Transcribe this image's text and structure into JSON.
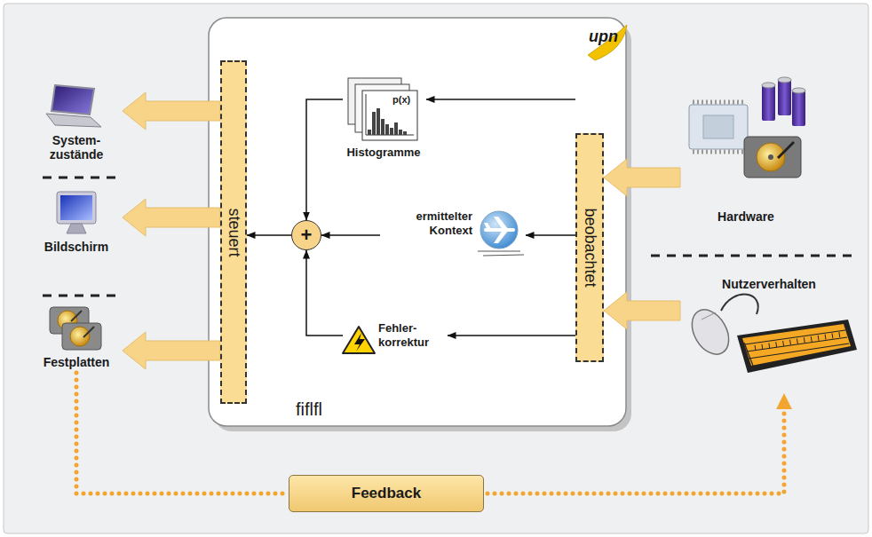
{
  "diagram": {
    "nodes": [
      {
        "text": [
          "fiflfl"
        ]
      },
      {
        "text": [
          "steuert"
        ],
        "in": 0
      },
      {
        "text": [
          "beobachtet"
        ],
        "in": 0
      },
      {
        "text": [
          "+"
        ],
        "in": 0
      },
      {
        "text": [
          "p(x)",
          "Histogramme"
        ],
        "in": 0
      },
      {
        "text": [
          "ermittelter Kontext"
        ],
        "in": 0
      },
      {
        "text": [
          "Fehler- korrektur"
        ],
        "in": 0
      },
      {
        "text": [
          "System- zustände"
        ]
      },
      {
        "text": [
          "Bildschirm"
        ]
      },
      {
        "text": [
          "Festplatten"
        ]
      },
      {
        "text": [
          "Hardware"
        ]
      },
      {
        "text": [
          "Nutzerverhalten"
        ]
      },
      {
        "text": [
          "Feedback"
        ]
      }
    ],
    "edges": [
      {
        "from": 1,
        "to": 7,
        "arrow": "to"
      },
      {
        "from": 1,
        "to": 8,
        "arrow": "to"
      },
      {
        "from": 1,
        "to": 9,
        "arrow": "to"
      },
      {
        "from": 10,
        "to": 2,
        "arrow": "to"
      },
      {
        "from": 11,
        "to": 2,
        "arrow": "to"
      },
      {
        "from": 2,
        "to": 4,
        "arrow": "to"
      },
      {
        "from": 2,
        "to": 5,
        "arrow": "to"
      },
      {
        "from": 2,
        "to": 6,
        "arrow": "to"
      },
      {
        "from": 4,
        "to": 3,
        "arrow": "to"
      },
      {
        "from": 5,
        "to": 3,
        "arrow": "to"
      },
      {
        "from": 6,
        "to": 3,
        "arrow": "to"
      },
      {
        "from": 3,
        "to": 1,
        "arrow": "to"
      },
      {
        "from": 9,
        "to": 12,
        "arrow": "none"
      },
      {
        "from": 12,
        "to": 11,
        "arrow": "to"
      }
    ],
    "labels": [
      "upn"
    ]
  }
}
